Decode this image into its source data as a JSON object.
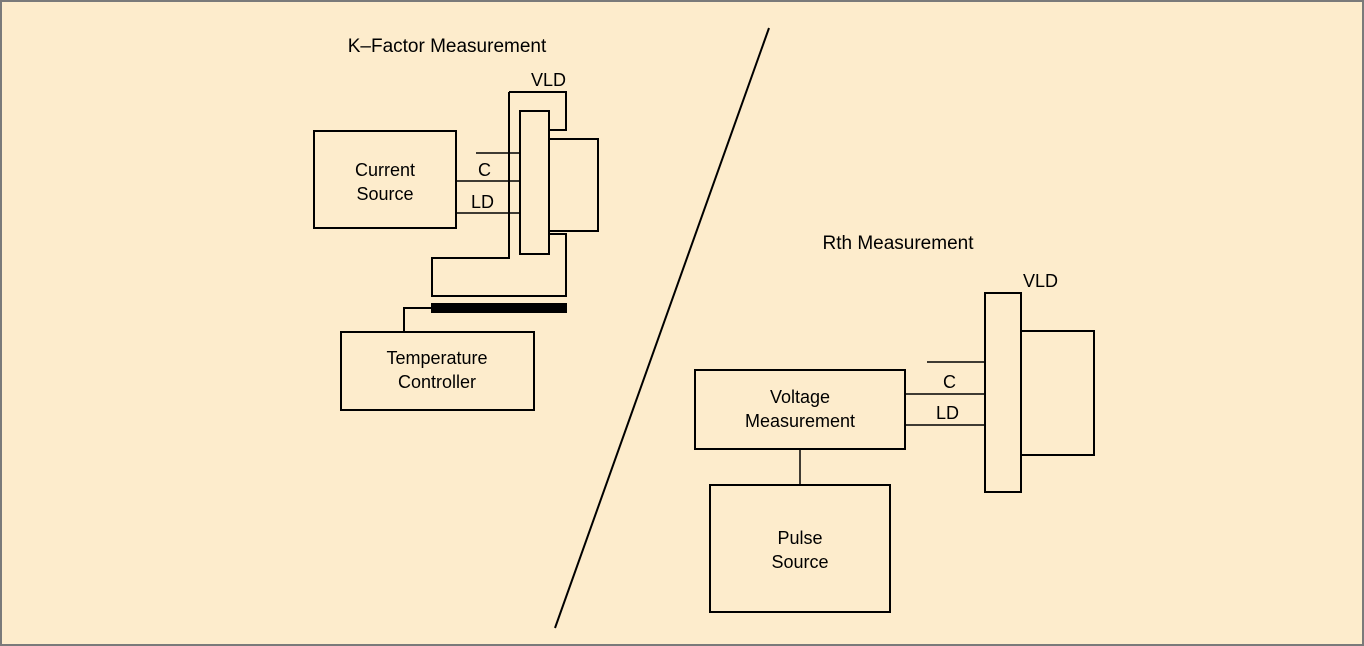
{
  "colors": {
    "background": "#fdeccc",
    "frame": "#7a7a7a",
    "stroke": "#000000"
  },
  "kfactor": {
    "title": "K–Factor Measurement",
    "vld_label": "VLD",
    "current_source": [
      "Current",
      "Source"
    ],
    "c_label": "C",
    "ld_label": "LD",
    "temperature_controller": [
      "Temperature",
      "Controller"
    ]
  },
  "rth": {
    "title": "Rth Measurement",
    "vld_label": "VLD",
    "voltage_measurement": [
      "Voltage",
      "Measurement"
    ],
    "c_label": "C",
    "ld_label": "LD",
    "pulse_source": [
      "Pulse",
      "Source"
    ]
  }
}
